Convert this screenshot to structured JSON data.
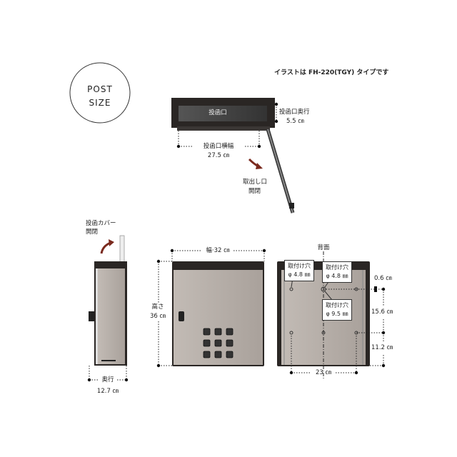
{
  "badge": {
    "line1": "POST",
    "line2": "SIZE"
  },
  "caption": "イラストは FH-220(TGY) タイプです",
  "top_view": {
    "slot_label": "投函口",
    "depth_label": "投函口奥行",
    "depth_value": "5.5 ㎝",
    "width_label": "投函口横幅",
    "width_value": "27.5 ㎝",
    "door_label_1": "取出し口",
    "door_label_2": "開閉"
  },
  "side_view": {
    "cover_label_1": "投函カバー",
    "cover_label_2": "開閉",
    "depth_label": "奥行",
    "depth_value": "12.7 ㎝"
  },
  "front_view": {
    "width_label": "幅·32 ㎝",
    "height_label": "高さ",
    "height_value": "36 ㎝"
  },
  "back_view": {
    "title": "背面",
    "hole_a_label": "取付け穴",
    "hole_a_size": "φ 4.8 ㎜",
    "hole_b_label": "取付け穴",
    "hole_b_size": "φ 4.8 ㎜",
    "hole_c_label": "取付け穴",
    "hole_c_size": "φ 9.5 ㎜",
    "dim_top": "0.6 ㎝",
    "dim_mid": "15.6 ㎝",
    "dim_bottom": "11.2 ㎝",
    "dim_width": "23 ㎝"
  },
  "colors": {
    "body": "#b3aba5",
    "frame": "#2a2624",
    "arrow": "#7a2a1e"
  }
}
